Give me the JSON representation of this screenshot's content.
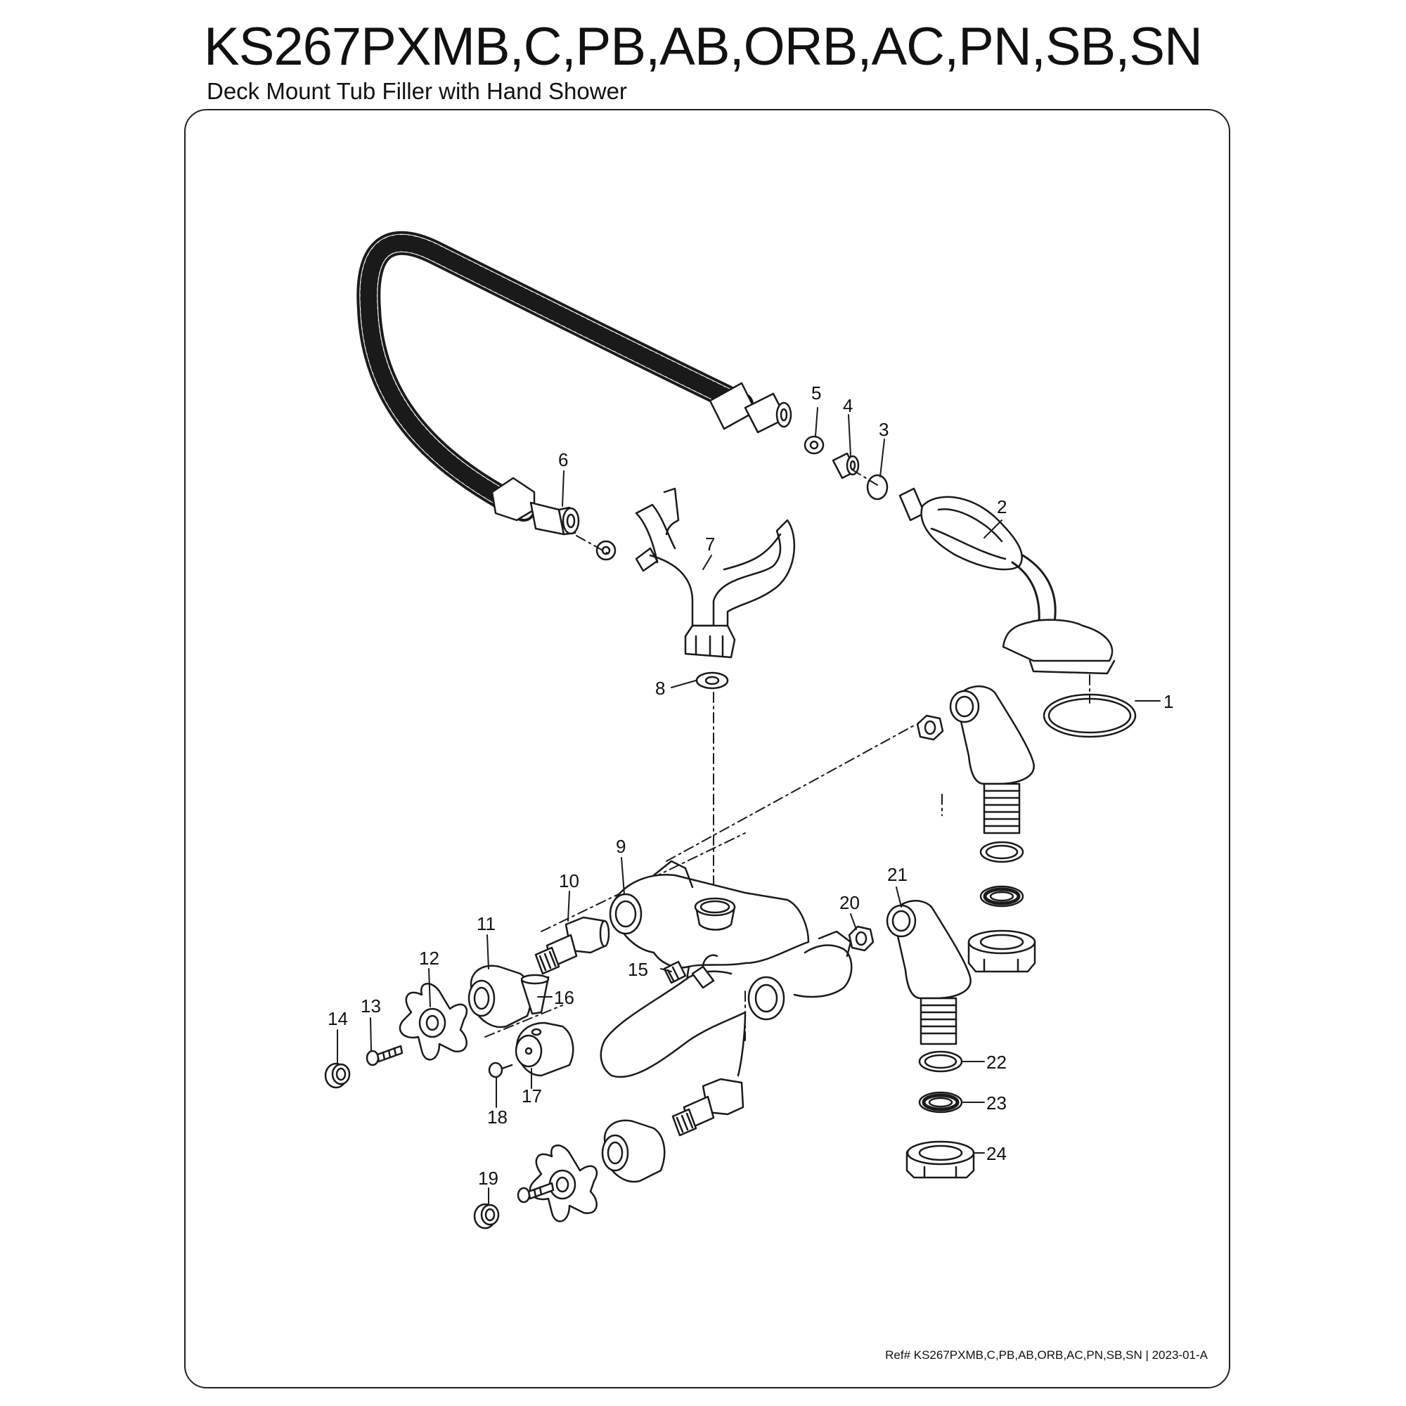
{
  "header": {
    "model": "KS267PXMB,C,PB,AB,ORB,AC,PN,SB,SN",
    "description": "Deck Mount Tub Filler with Hand Shower"
  },
  "footer": {
    "reference": "Ref# KS267PXMB,C,PB,AB,ORB,AC,PN,SB,SN | 2023-01-A"
  },
  "callouts": {
    "c1": "1",
    "c2": "2",
    "c3": "3",
    "c4": "4",
    "c5": "5",
    "c6": "6",
    "c7": "7",
    "c8": "8",
    "c9": "9",
    "c10": "10",
    "c11": "11",
    "c12": "12",
    "c13": "13",
    "c14": "14",
    "c15": "15",
    "c16": "16",
    "c17": "17",
    "c18": "18",
    "c19": "19",
    "c20": "20",
    "c21": "21",
    "c22": "22",
    "c23": "23",
    "c24": "24"
  }
}
